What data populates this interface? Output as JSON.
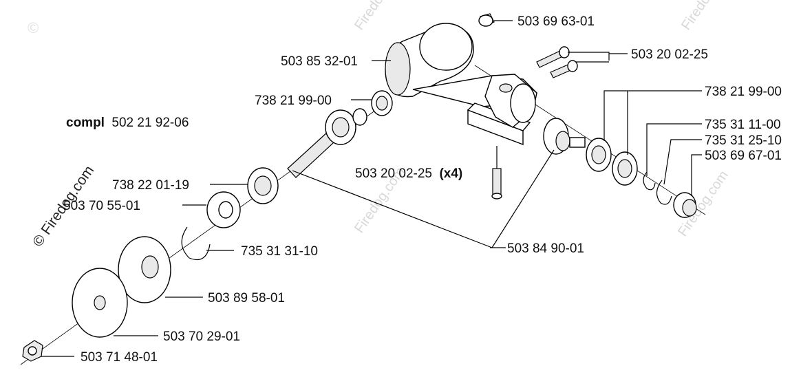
{
  "assembly": {
    "prefix": "compl",
    "number": "502 21 92-06"
  },
  "watermark": {
    "text": "Firedog.com",
    "copyright": "©",
    "side_text": "© Firedog.com"
  },
  "parts": [
    {
      "id": "p1",
      "number": "503 69 63-01",
      "qty": ""
    },
    {
      "id": "p2",
      "number": "503 85 32-01",
      "qty": ""
    },
    {
      "id": "p3",
      "number": "503 20 02-25",
      "qty": ""
    },
    {
      "id": "p4",
      "number": "738 21 99-00",
      "qty": ""
    },
    {
      "id": "p5",
      "number": "738 21 99-00",
      "qty": ""
    },
    {
      "id": "p6",
      "number": "735 31 11-00",
      "qty": ""
    },
    {
      "id": "p7",
      "number": "735 31 25-10",
      "qty": ""
    },
    {
      "id": "p8",
      "number": "503 69 67-01",
      "qty": ""
    },
    {
      "id": "p9",
      "number": "503 20 02-25",
      "qty": "(x4)"
    },
    {
      "id": "p10",
      "number": "738 22 01-19",
      "qty": ""
    },
    {
      "id": "p11",
      "number": "503 70 55-01",
      "qty": ""
    },
    {
      "id": "p12",
      "number": "735 31 31-10",
      "qty": ""
    },
    {
      "id": "p13",
      "number": "503 84 90-01",
      "qty": ""
    },
    {
      "id": "p14",
      "number": "503 89 58-01",
      "qty": ""
    },
    {
      "id": "p15",
      "number": "503 70 29-01",
      "qty": ""
    },
    {
      "id": "p16",
      "number": "503 71 48-01",
      "qty": ""
    }
  ]
}
